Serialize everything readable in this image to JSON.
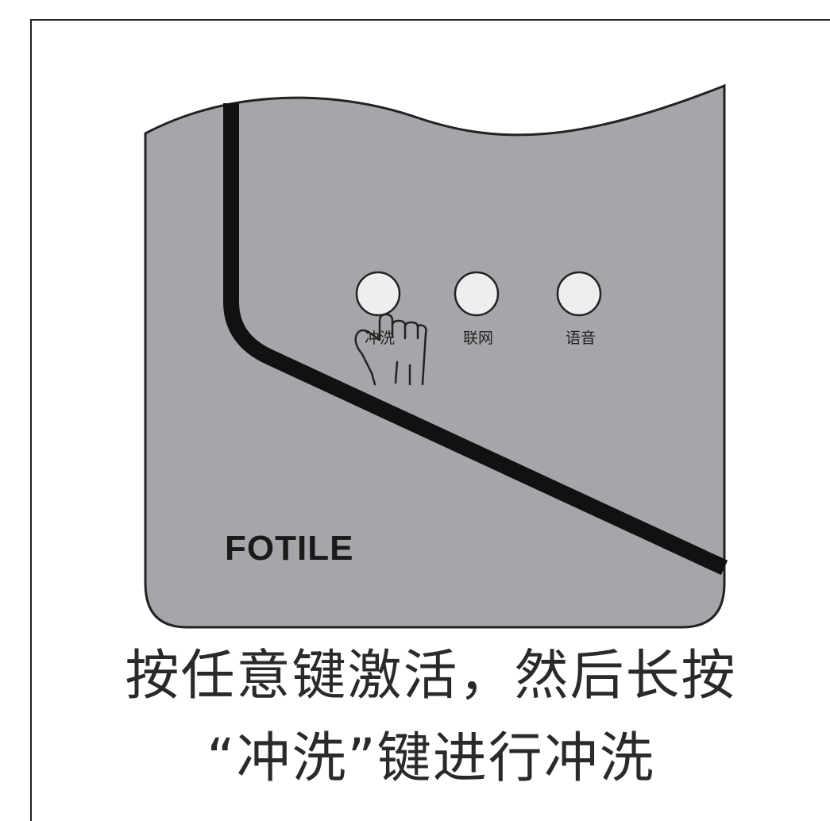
{
  "brand": "FOTILE",
  "buttons": [
    {
      "label": "冲洗",
      "state": "pressed"
    },
    {
      "label": "联网"
    },
    {
      "label": "语音"
    }
  ],
  "caption": {
    "line1": "按任意键激活，然后长按",
    "line2": "“冲洗”键进行冲洗"
  },
  "colors": {
    "panel": "#a5a6a9",
    "button": "#eeeeee",
    "stripe": "#111111",
    "outline": "#222222"
  },
  "icons": {
    "pointer": "hand-pointer-icon"
  }
}
